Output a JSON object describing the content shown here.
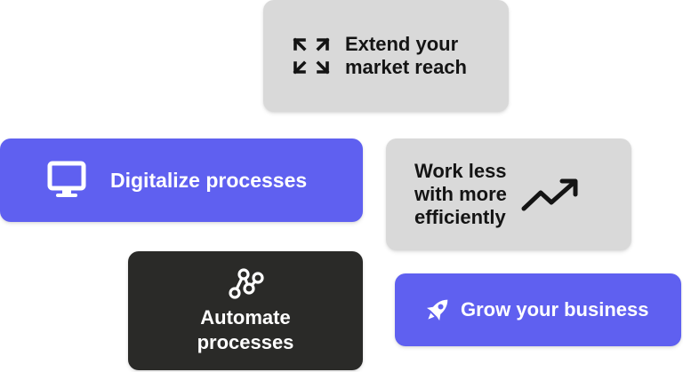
{
  "colors": {
    "gray_card": "#d9d9d9",
    "purple_card": "#5f60f0",
    "dark_card": "#2a2a28",
    "dark_text": "#141414",
    "light_text": "#ffffff"
  },
  "cards": [
    {
      "icon": "expand-arrows-icon",
      "lines": [
        "Extend your",
        "market reach"
      ]
    },
    {
      "icon": "monitor-icon",
      "lines": [
        "Digitalize processes"
      ]
    },
    {
      "icon": "trending-up-icon",
      "lines": [
        "Work less",
        "with more",
        "efficiently"
      ]
    },
    {
      "icon": "node-graph-icon",
      "lines": [
        "Automate",
        "processes"
      ]
    },
    {
      "icon": "rocket-icon",
      "lines": [
        "Grow your business"
      ]
    }
  ]
}
